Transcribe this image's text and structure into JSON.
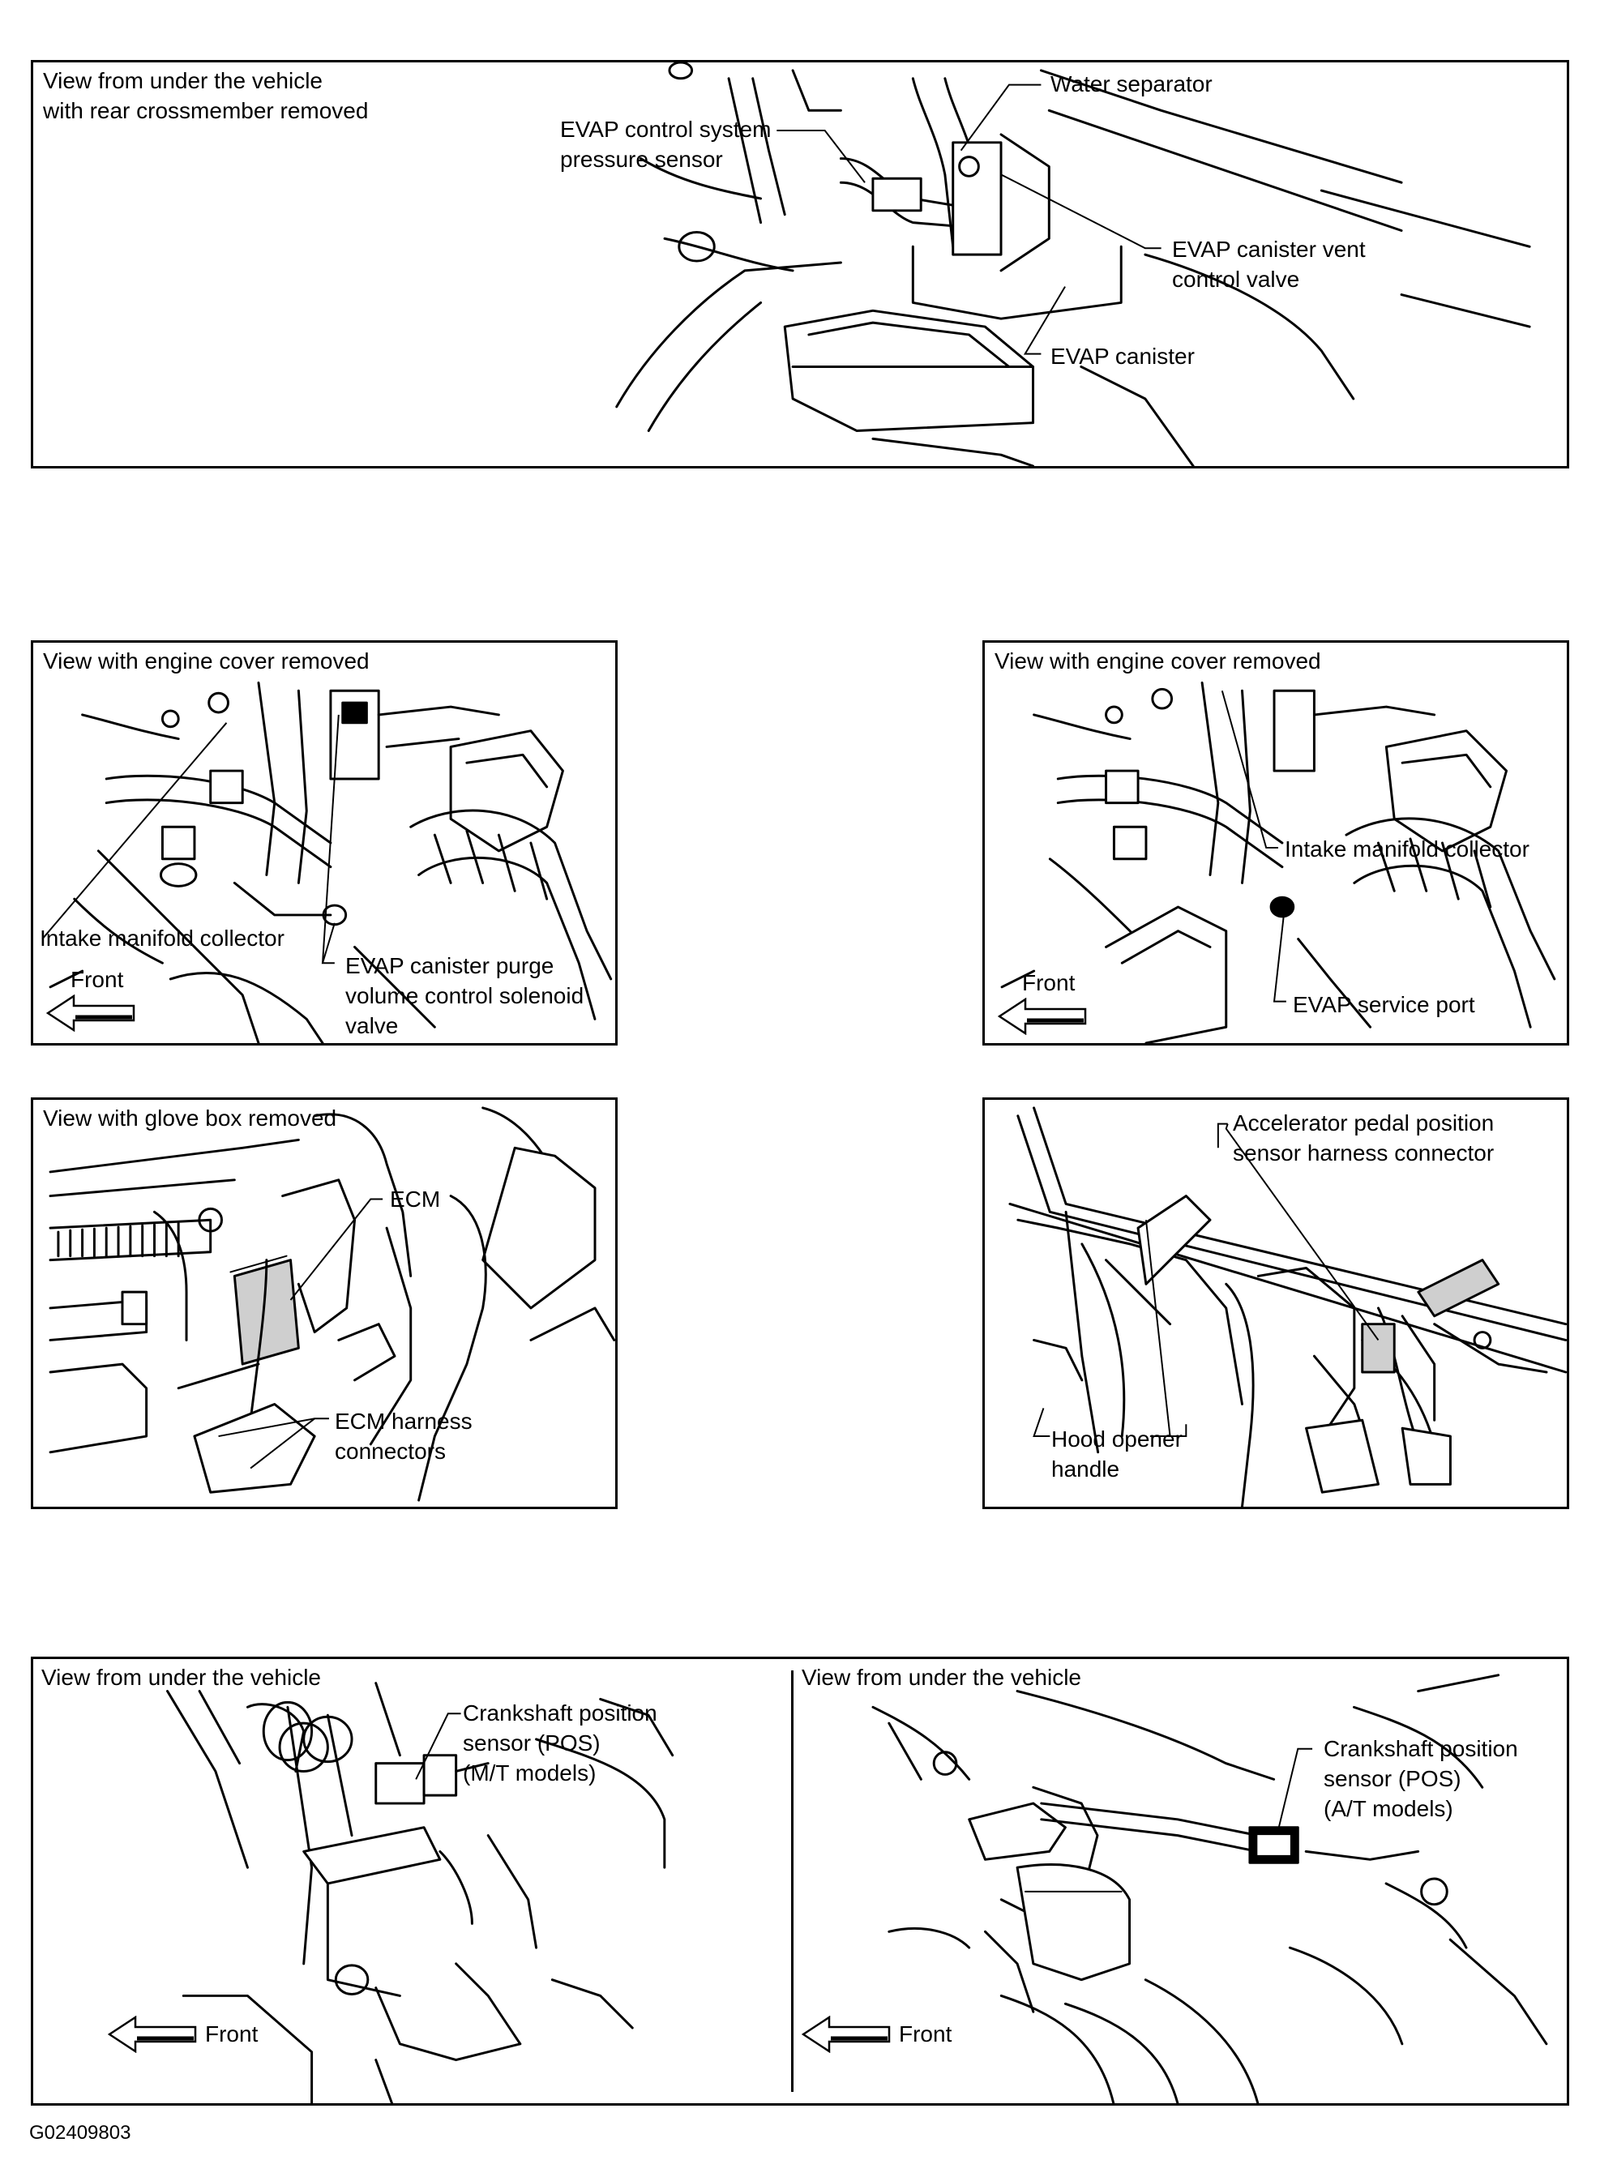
{
  "panels": {
    "p1": {
      "title": "View from under the vehicle\nwith rear crossmember removed",
      "labels": {
        "water_separator": "Water separator",
        "pressure_sensor": "EVAP control system\npressure sensor",
        "vent_valve": "EVAP canister vent\ncontrol valve",
        "canister": "EVAP canister"
      }
    },
    "p2": {
      "title": "View with engine cover removed",
      "labels": {
        "intake": "Intake manifold collector",
        "purge": "EVAP canister purge\nvolume control solenoid\nvalve"
      },
      "front": "Front"
    },
    "p3": {
      "title": "View with engine cover removed",
      "labels": {
        "intake": "Intake manifold collector",
        "service_port": "EVAP service port"
      },
      "front": "Front"
    },
    "p4": {
      "title": "View with glove box removed",
      "labels": {
        "ecm": "ECM",
        "harness": "ECM harness\nconnectors"
      }
    },
    "p5": {
      "labels": {
        "accel": "Accelerator pedal position\nsensor harness connector",
        "hood": "Hood opener\nhandle"
      }
    },
    "p6": {
      "title": "View from under the vehicle",
      "labels": {
        "ckp_mt": "Crankshaft position\nsensor (POS)\n(M/T models)"
      },
      "front": "Front"
    },
    "p7": {
      "title": "View from under the vehicle",
      "labels": {
        "ckp_at": "Crankshaft position\nsensor (POS)\n(A/T models)"
      },
      "front": "Front"
    }
  },
  "footer": "G02409803"
}
